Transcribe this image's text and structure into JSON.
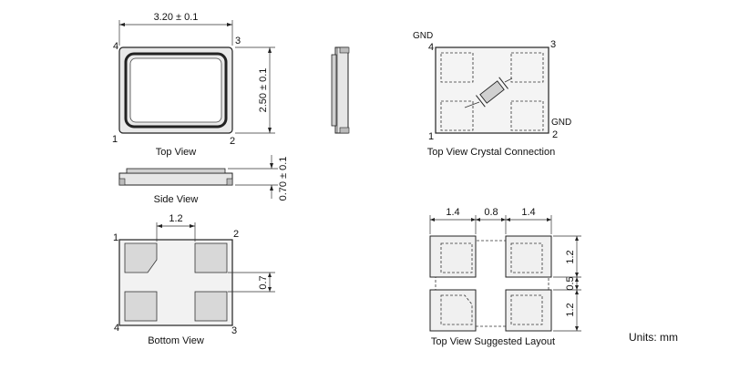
{
  "top_view": {
    "caption": "Top View",
    "width_dim": "3.20 ± 0.1",
    "height_dim": "2.50 ± 0.1",
    "pins": {
      "p1": "1",
      "p2": "2",
      "p3": "3",
      "p4": "4"
    }
  },
  "side_view": {
    "caption": "Side View",
    "thickness_dim": "0.70 ± 0.1"
  },
  "bottom_view": {
    "caption": "Bottom View",
    "pad_spacing_dim": "1.2",
    "pad_height_dim": "0.7",
    "pins": {
      "p1": "1",
      "p2": "2",
      "p3": "3",
      "p4": "4"
    }
  },
  "crystal_connection": {
    "caption": "Top View Crystal Connection",
    "gnd_top": "GND",
    "gnd_right": "GND",
    "pins": {
      "p1": "1",
      "p2": "2",
      "p3": "3",
      "p4": "4"
    }
  },
  "suggested_layout": {
    "caption": "Top View Suggested Layout",
    "dim_left": "1.4",
    "dim_mid": "0.8",
    "dim_right": "1.4",
    "dim_v_top": "1.2",
    "dim_v_mid": "0.5",
    "dim_v_bot": "1.2"
  },
  "units_label": "Units: mm"
}
